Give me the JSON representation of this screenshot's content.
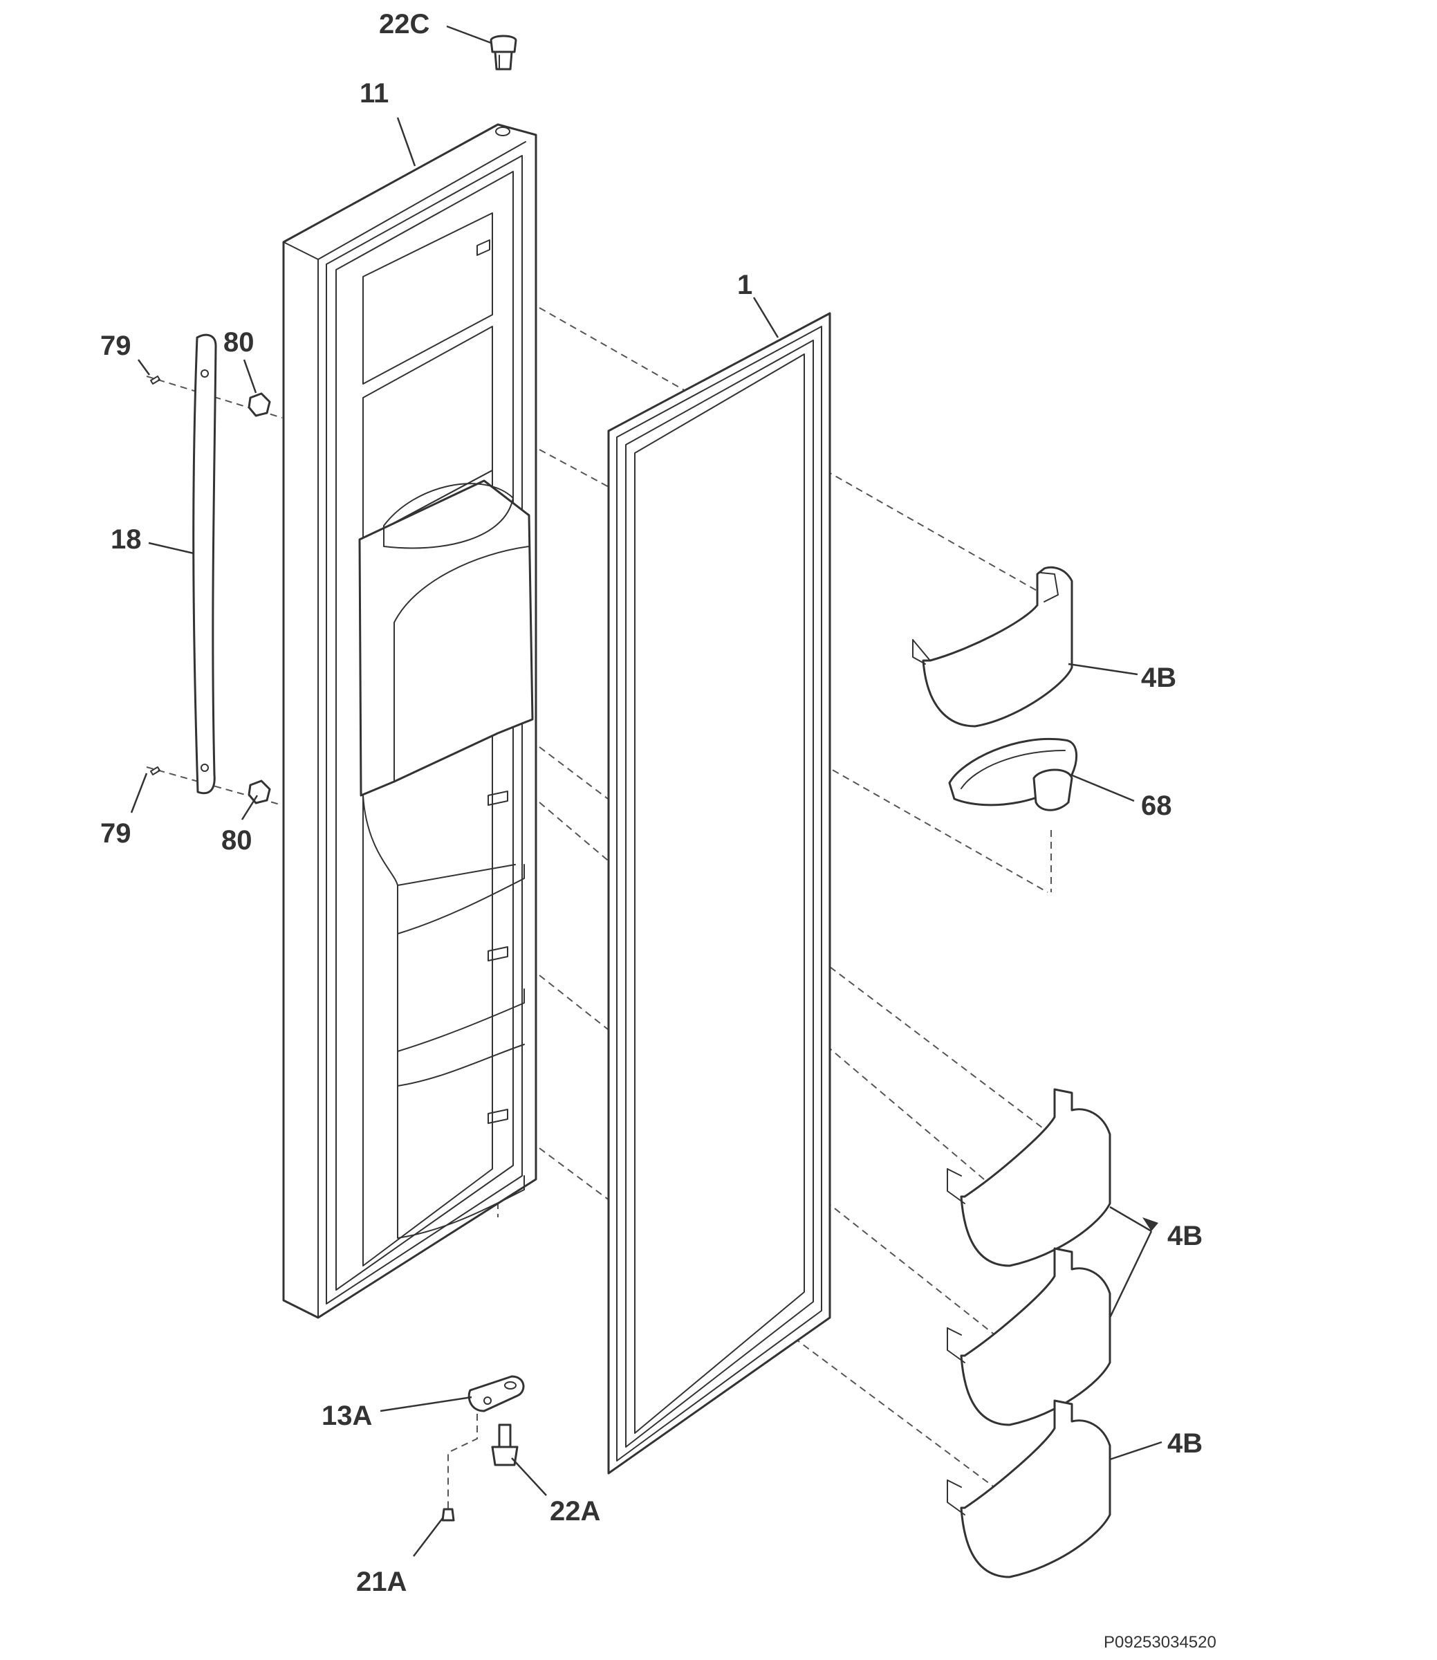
{
  "labels": {
    "p22c": "22C",
    "p11": "11",
    "p1": "1",
    "p79_top": "79",
    "p80_top": "80",
    "p18": "18",
    "p4b_top": "4B",
    "p68": "68",
    "p79_bottom": "79",
    "p80_bottom": "80",
    "p4b_middle": "4B",
    "p4b_bottom": "4B",
    "p13a": "13A",
    "p22a": "22A",
    "p21a": "21A"
  },
  "document_id": "P09253034520",
  "colors": {
    "line": "#333333",
    "background": "#ffffff"
  }
}
